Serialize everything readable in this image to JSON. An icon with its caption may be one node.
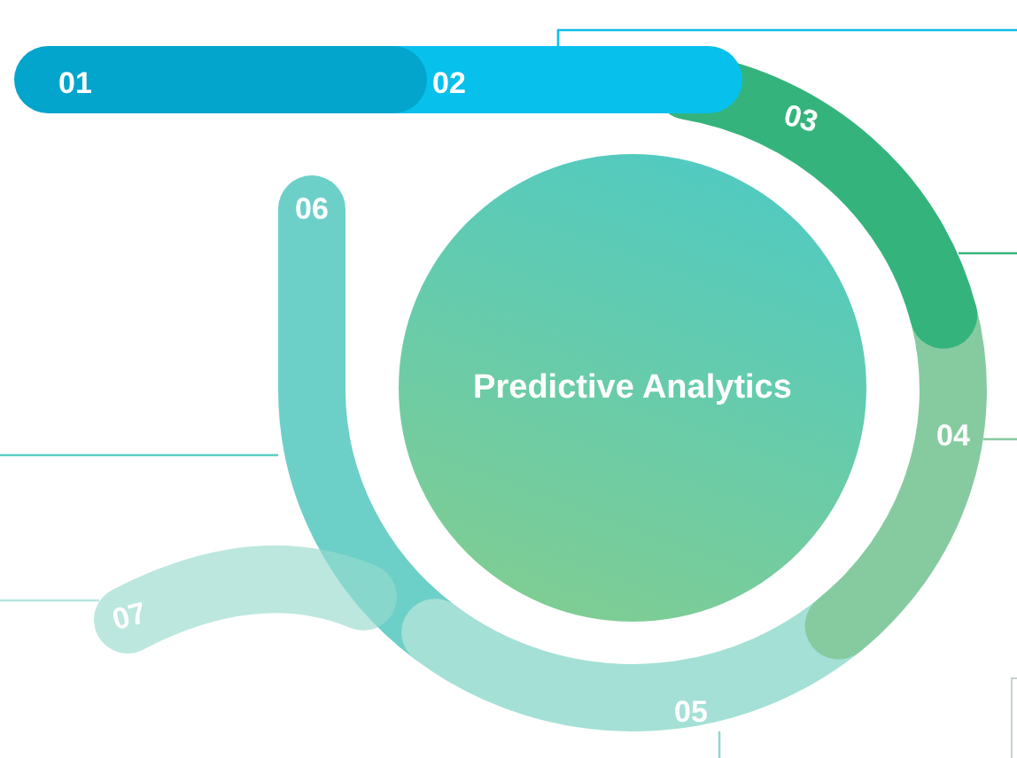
{
  "diagram": {
    "nodes": [
      {
        "text": [
          "01"
        ]
      },
      {
        "text": [
          "02"
        ]
      },
      {
        "text": [
          "03"
        ]
      },
      {
        "text": [
          "04"
        ]
      },
      {
        "text": [
          "05"
        ]
      },
      {
        "text": [
          "06"
        ]
      },
      {
        "text": [
          "07"
        ]
      },
      {
        "text": [
          "Predictive Analytics"
        ]
      }
    ],
    "edges": [
      {
        "from": 1,
        "to": null,
        "arrow": "none",
        "color": "#0bbfe8"
      },
      {
        "from": 2,
        "to": null,
        "arrow": "none",
        "color": "#34b47c"
      },
      {
        "from": 3,
        "to": null,
        "arrow": "none",
        "color": "#86cba0"
      },
      {
        "from": 4,
        "to": null,
        "arrow": "none",
        "color": "#8fd8d0"
      },
      {
        "from": 5,
        "to": null,
        "arrow": "none",
        "color": "#5ccfc6"
      },
      {
        "from": 6,
        "to": null,
        "arrow": "none",
        "color": "#b5e6de"
      }
    ]
  }
}
